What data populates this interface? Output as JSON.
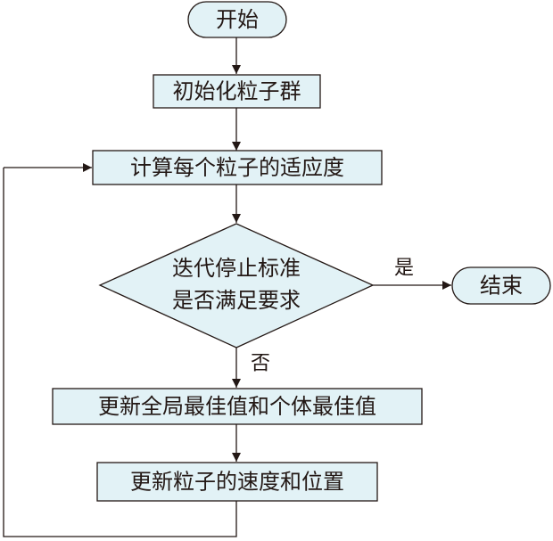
{
  "nodes": {
    "start": "开始",
    "init": "初始化粒子群",
    "fitness": "计算每个粒子的适应度",
    "decision_line1": "迭代停止标准",
    "decision_line2": "是否满足要求",
    "end": "结束",
    "update_best": "更新全局最佳值和个体最佳值",
    "update_velocity": "更新粒子的速度和位置"
  },
  "edge_labels": {
    "yes": "是",
    "no": "否"
  },
  "colors": {
    "fill": "#e2f2f6",
    "stroke": "#231815",
    "text": "#231815"
  }
}
